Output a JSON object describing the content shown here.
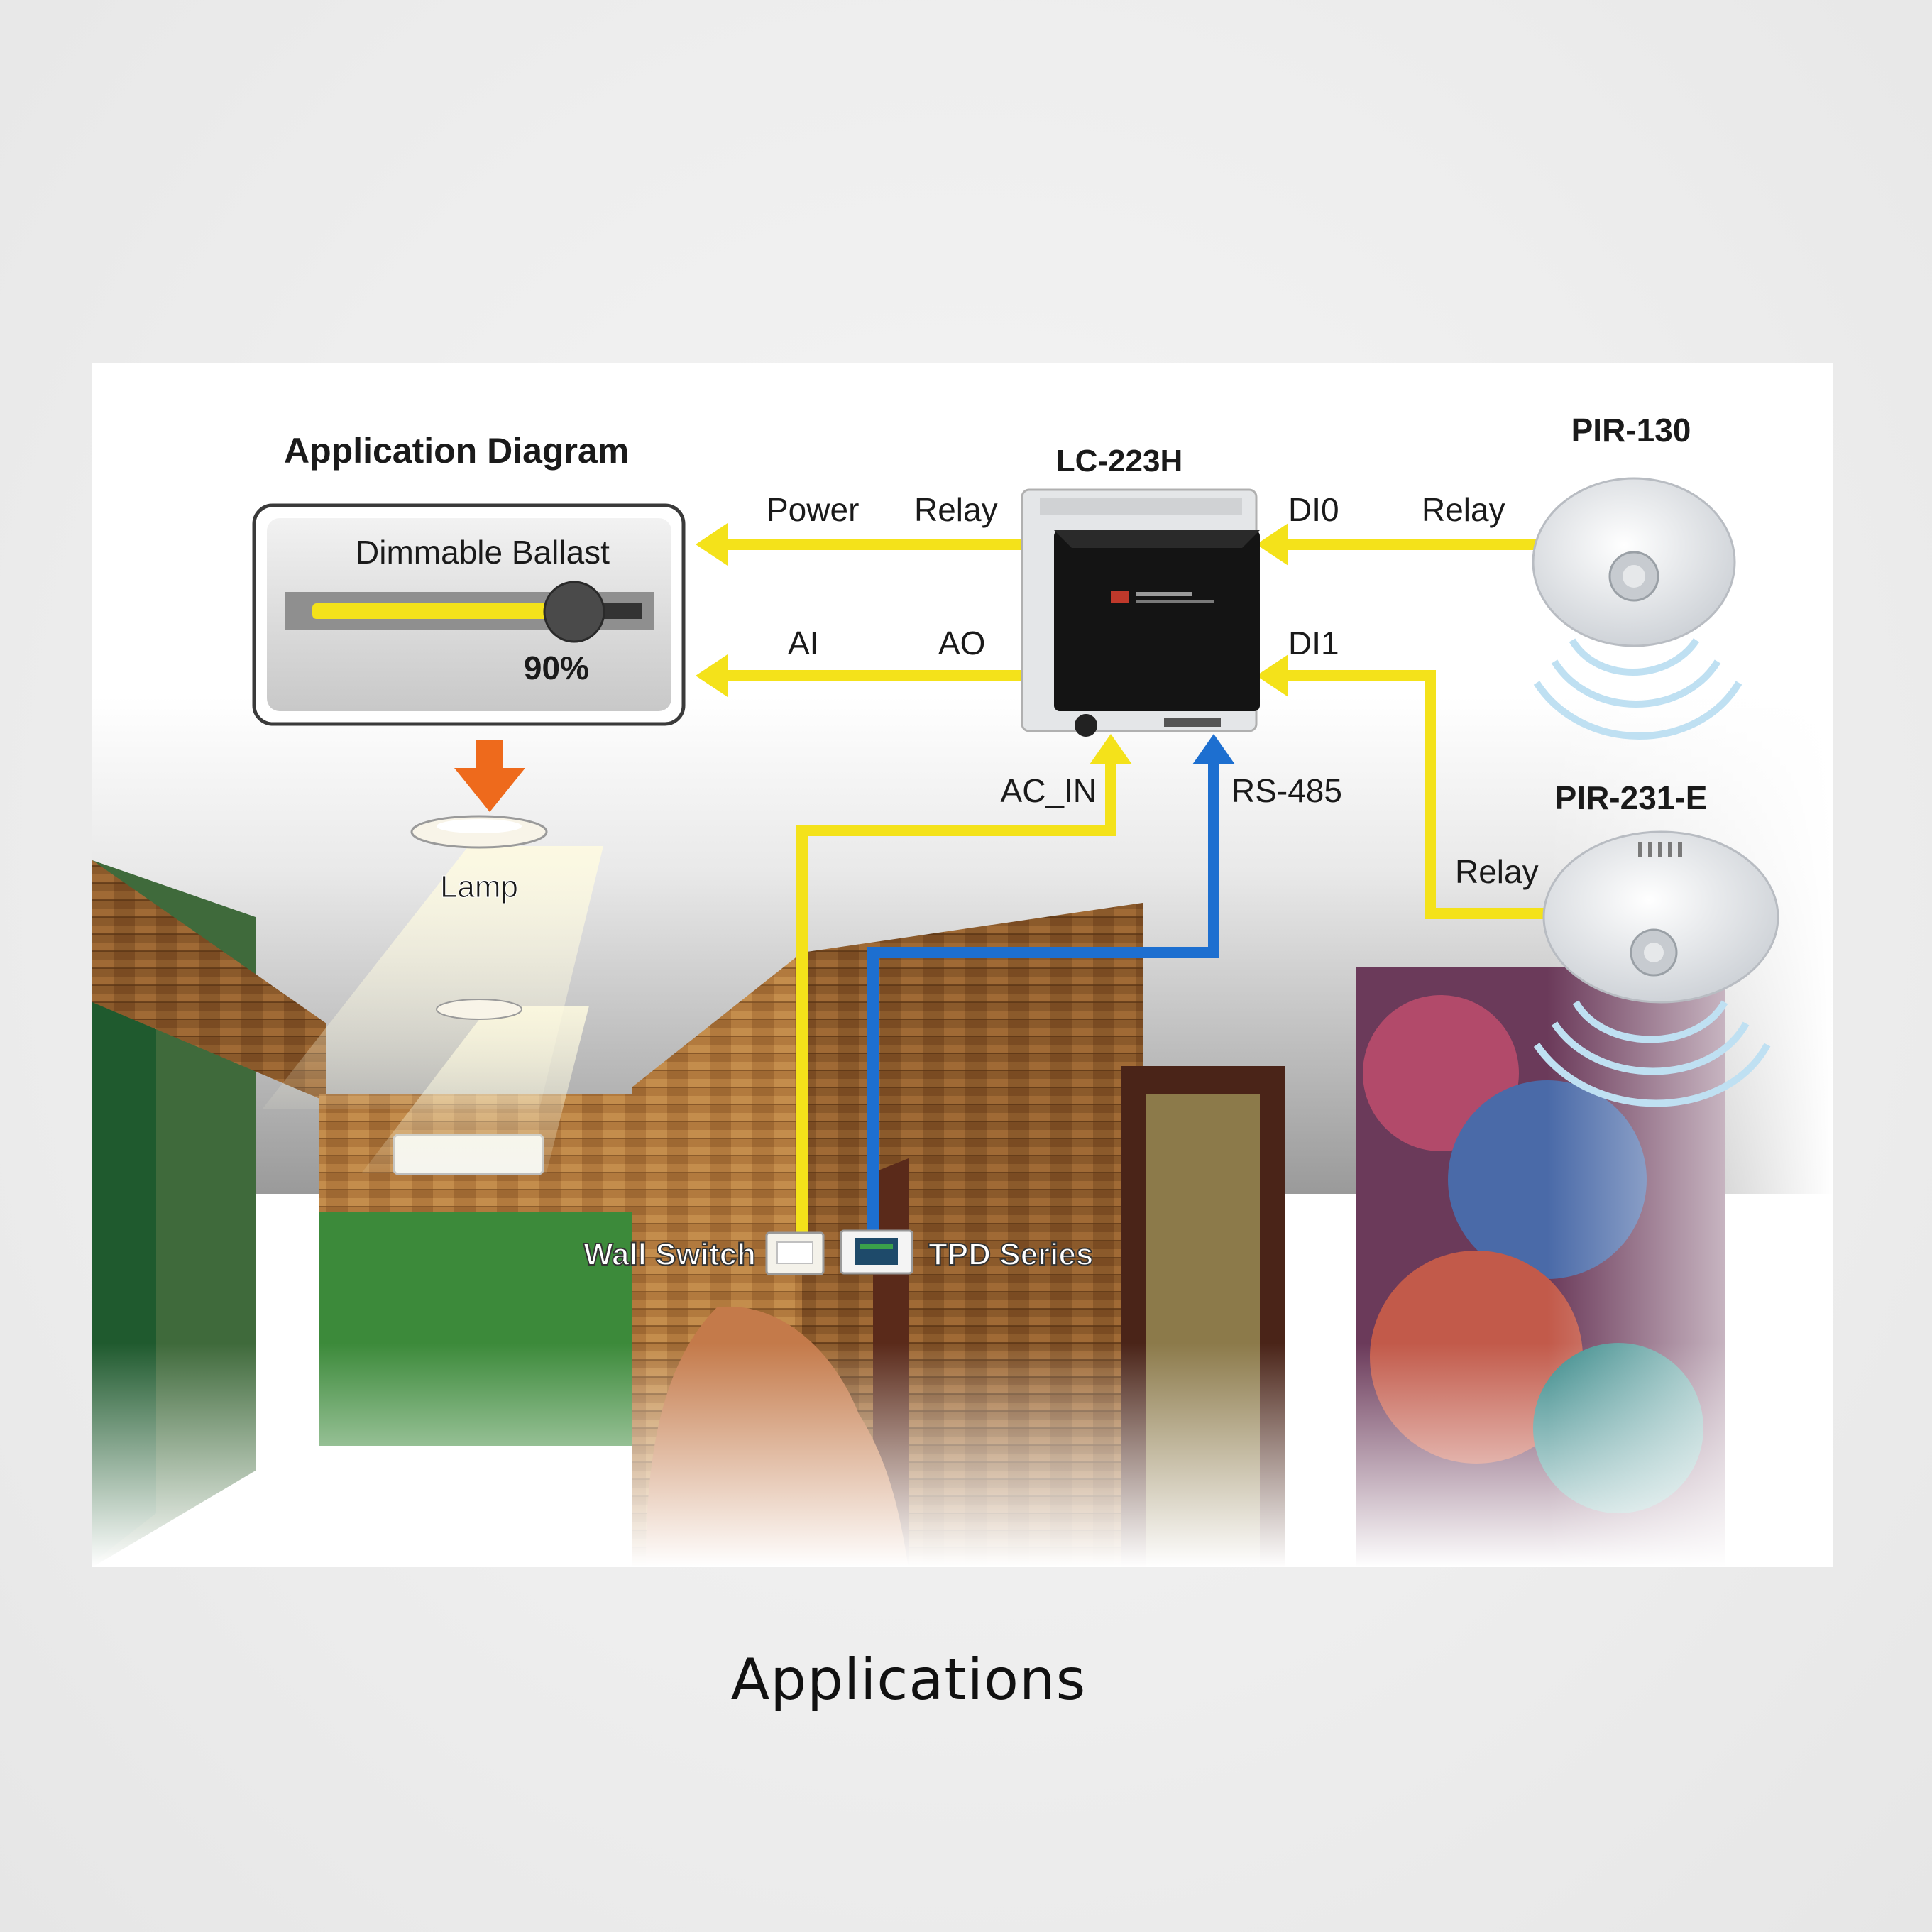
{
  "diagram": {
    "title": "Application Diagram",
    "ballast": {
      "label": "Dimmable Ballast",
      "level_text": "90%",
      "level": 0.9
    },
    "lamp_label": "Lamp",
    "controller": {
      "name": "LC-223H"
    },
    "links": {
      "power": "Power",
      "relay_out": "Relay",
      "ai": "AI",
      "ao": "AO",
      "di0": "DI0",
      "di1": "DI1",
      "pir130_relay": "Relay",
      "pir231_relay": "Relay",
      "ac_in": "AC_IN",
      "rs485": "RS-485"
    },
    "sensors": {
      "pir130": "PIR-130",
      "pir231e": "PIR-231-E"
    },
    "wall_switch": "Wall Switch",
    "tpd": "TPD Series"
  },
  "caption": "Applications",
  "colors": {
    "signal_yellow": "#f4e21a",
    "rs485_blue": "#1d6fd0",
    "arrow_orange": "#ee6a1c",
    "wall_wood": "#8a5a2a"
  },
  "icons": [
    "controller-module-icon",
    "pir-sensor-icon",
    "ceiling-lamp-icon",
    "wall-switch-icon",
    "touch-panel-icon",
    "arrow-down-icon"
  ]
}
